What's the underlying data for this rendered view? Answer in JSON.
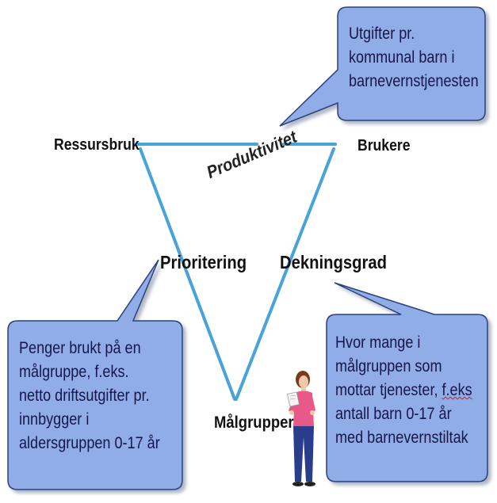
{
  "diagram": {
    "nodes": {
      "ressursbruk": "Ressursbruk",
      "brukere": "Brukere",
      "malgrupper": "Målgrupper"
    },
    "edges": {
      "produktivitet": "Produktivitet",
      "prioritering": "Prioritering",
      "dekningsgrad": "Dekningsgrad"
    },
    "callouts": {
      "top_right": [
        "Utgifter pr.",
        "kommunal barn i",
        "barnevernstjenesten"
      ],
      "bottom_left": [
        "Penger brukt på en",
        "målgruppe, f.eks.",
        "netto driftsutgifter pr.",
        "innbygger i",
        "aldersgruppen 0-17 år"
      ],
      "bottom_right": [
        "Hvor mange i",
        "målgruppen som",
        "mottar tjenester, f.eks",
        "antall barn 0-17 år",
        "med barnevernstiltak"
      ]
    },
    "colors": {
      "callout_fill": "#90ade8",
      "callout_stroke": "#2a3f7a",
      "triangle_line": "#4aa3d8"
    },
    "figure_icon": "woman-reading-document-icon"
  }
}
